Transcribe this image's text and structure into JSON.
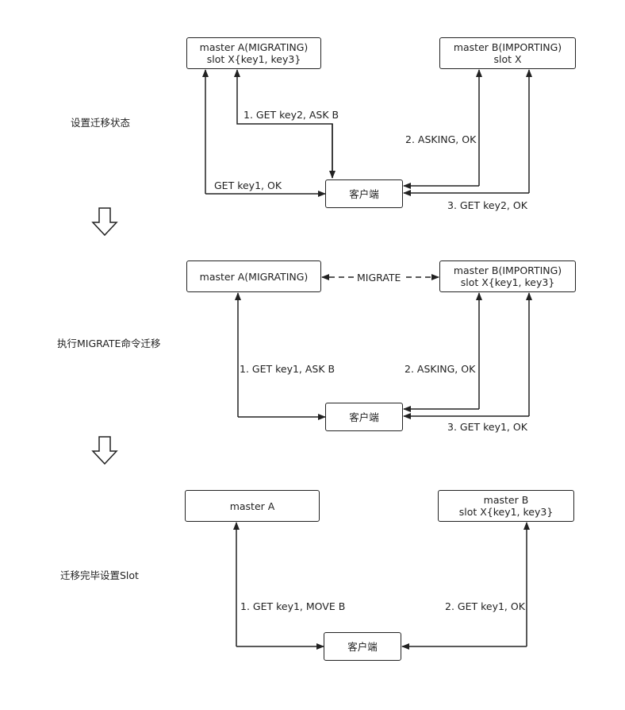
{
  "sections": [
    {
      "label": "设置迁移状态",
      "master_a": {
        "line1": "master A(MIGRATING)",
        "line2": "slot X{key1, key3}"
      },
      "master_b": {
        "line1": "master B(IMPORTING)",
        "line2": "slot X"
      },
      "client": "客户端",
      "edges": {
        "a_back": "GET key1, OK",
        "a_fwd": "1. GET key2, ASK B",
        "b_left": "2. ASKING, OK",
        "b_right": "3. GET key2, OK"
      }
    },
    {
      "label": "执行MIGRATE命令迁移",
      "master_a": {
        "line1": "master A(MIGRATING)"
      },
      "master_b": {
        "line1": "master B(IMPORTING)",
        "line2": "slot X{key1, key3}"
      },
      "client": "客户端",
      "migrate": "MIGRATE",
      "edges": {
        "a_fwd": "1. GET key1, ASK B",
        "b_left": "2. ASKING, OK",
        "b_right": "3. GET key1, OK"
      }
    },
    {
      "label": "迁移完毕设置Slot",
      "master_a": {
        "line1": "master A"
      },
      "master_b": {
        "line1": "master B",
        "line2": "slot X{key1, key3}"
      },
      "client": "客户端",
      "edges": {
        "a_fwd": "1. GET key1, MOVE B",
        "b_fwd": "2. GET key1, OK"
      }
    }
  ]
}
